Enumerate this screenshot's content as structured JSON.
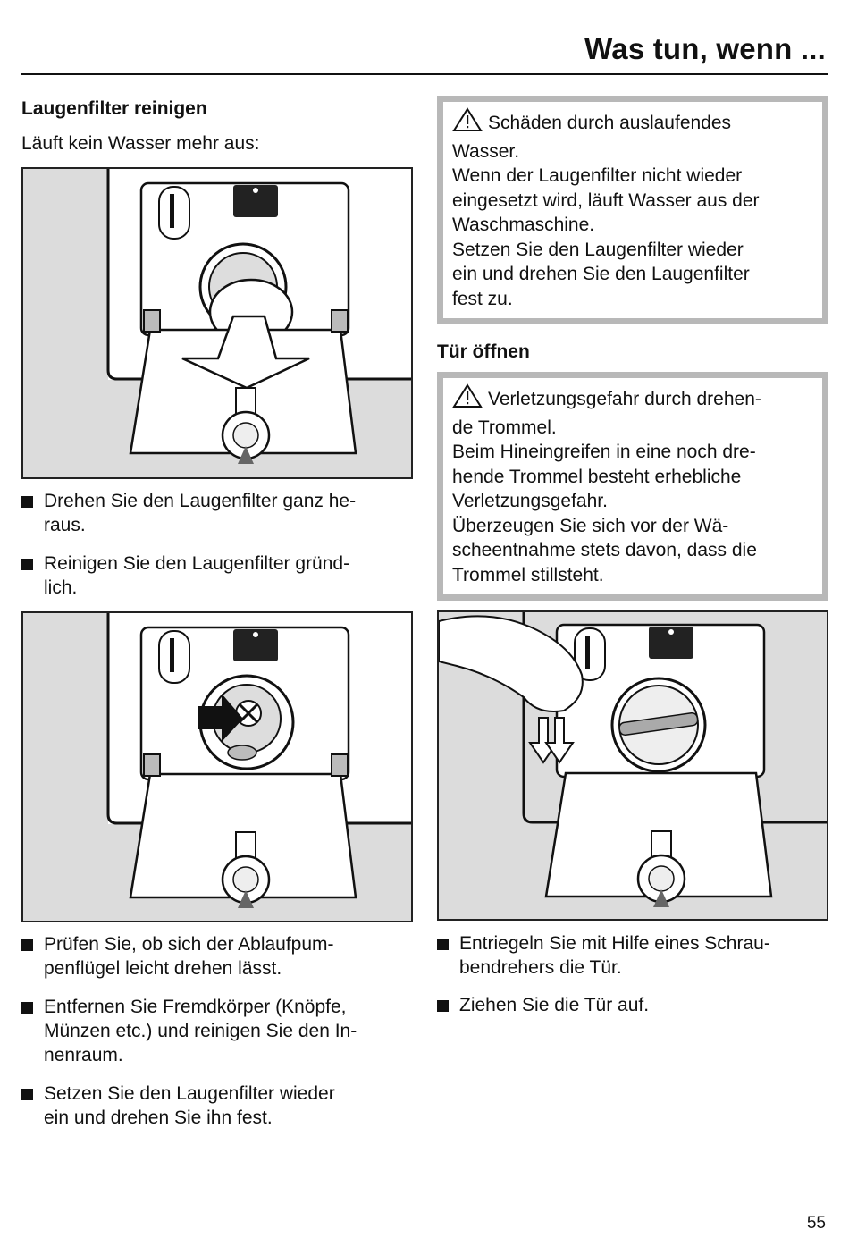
{
  "header": {
    "title": "Was tun, wenn ..."
  },
  "left": {
    "heading": "Laugenfilter reinigen",
    "intro": "Läuft kein Wasser mehr aus:",
    "bullets1": [
      [
        "Drehen Sie den Laugenfilter ganz he-",
        "raus."
      ],
      [
        "Reinigen Sie den Laugenfilter gründ-",
        "lich."
      ]
    ],
    "bullets2": [
      [
        "Prüfen Sie, ob sich der Ablaufpum-",
        "penflügel leicht drehen lässt."
      ],
      [
        "Entfernen Sie Fremdkörper (Knöpfe,",
        "Münzen etc.) und reinigen Sie den In-",
        "nenraum."
      ],
      [
        "Setzen Sie den Laugenfilter wieder",
        "ein und drehen Sie ihn fest."
      ]
    ]
  },
  "right": {
    "warning1": {
      "title": "Schäden durch auslaufendes",
      "title2": "Wasser.",
      "para1": [
        "Wenn der Laugenfilter nicht wieder",
        "eingesetzt wird, läuft Wasser aus der",
        "Waschmaschine."
      ],
      "para2": [
        "Setzen Sie den Laugenfilter wieder",
        "ein und drehen Sie den Laugenfilter",
        "fest zu."
      ]
    },
    "heading": "Tür öffnen",
    "warning2": {
      "title": "Verletzungsgefahr durch drehen-",
      "title2": "de Trommel.",
      "para1": [
        "Beim Hineingreifen in eine noch dre-",
        "hende Trommel besteht erhebliche",
        "Verletzungsgefahr."
      ],
      "para2": [
        "Überzeugen Sie sich vor der Wä-",
        "scheentnahme stets davon, dass die",
        "Trommel stillsteht."
      ]
    },
    "bullets": [
      [
        "Entriegeln Sie mit Hilfe eines Schrau-",
        "bendrehers die Tür."
      ],
      [
        "Ziehen Sie die Tür auf."
      ]
    ]
  },
  "page_number": "55",
  "colors": {
    "warning_border": "#b8b8b8",
    "figure_gray": "#dcdcdc",
    "text": "#111111"
  },
  "icons": [
    "warning-triangle-icon",
    "bullet-square-icon",
    "arrow-down-icon",
    "arrow-right-icon"
  ]
}
